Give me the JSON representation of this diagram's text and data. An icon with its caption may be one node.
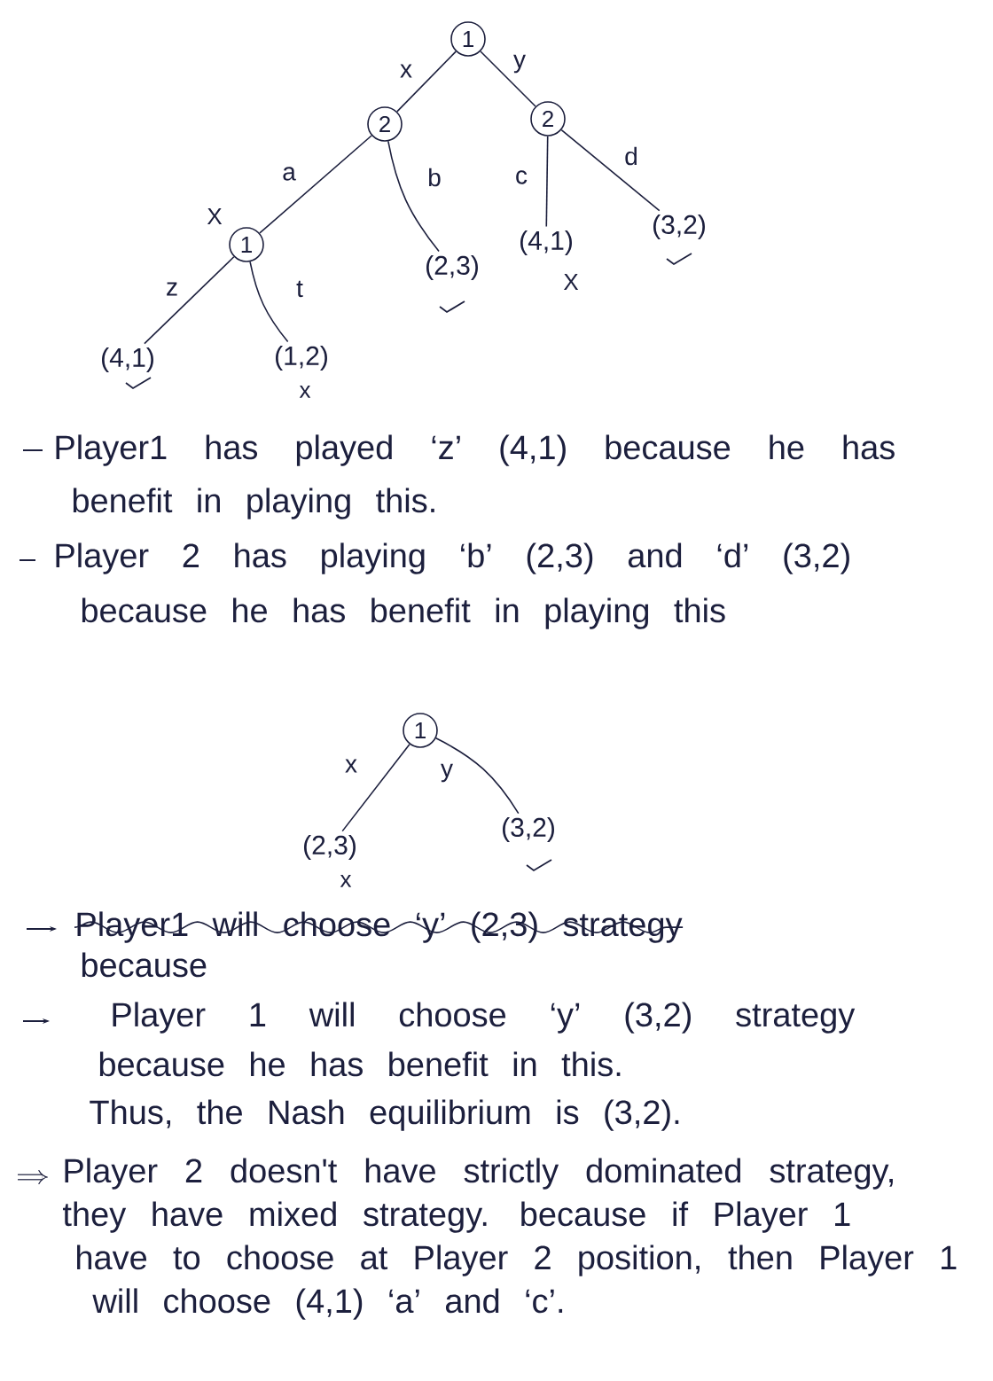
{
  "diagram": {
    "nodes": [
      {
        "text": [
          "1"
        ]
      },
      {
        "text": [
          "2"
        ]
      },
      {
        "text": [
          "2"
        ]
      },
      {
        "text": [
          "1"
        ],
        "beside": [
          "X"
        ]
      },
      {
        "text": [
          "(2,3)"
        ]
      },
      {
        "text": [
          "(4,1)"
        ],
        "beside": [
          "X"
        ]
      },
      {
        "text": [
          "(3,2)"
        ]
      },
      {
        "text": [
          "(4,1)"
        ]
      },
      {
        "text": [
          "(1,2)"
        ],
        "beside": [
          "x"
        ]
      },
      {
        "text": [
          "1"
        ]
      },
      {
        "text": [
          "(2,3)"
        ],
        "beside": [
          "x"
        ]
      },
      {
        "text": [
          "(3,2)"
        ]
      }
    ],
    "edges": [
      {
        "from": 0,
        "to": 1,
        "arrow": "none",
        "label": "x"
      },
      {
        "from": 0,
        "to": 2,
        "arrow": "none",
        "label": "y"
      },
      {
        "from": 1,
        "to": 3,
        "arrow": "none",
        "label": "a"
      },
      {
        "from": 1,
        "to": 4,
        "arrow": "none",
        "label": "b"
      },
      {
        "from": 2,
        "to": 5,
        "arrow": "none",
        "label": "c"
      },
      {
        "from": 2,
        "to": 6,
        "arrow": "none",
        "label": "d"
      },
      {
        "from": 3,
        "to": 7,
        "arrow": "none",
        "label": "z"
      },
      {
        "from": 3,
        "to": 8,
        "arrow": "none",
        "label": "t"
      },
      {
        "from": 9,
        "to": 10,
        "arrow": "none",
        "label": "x"
      },
      {
        "from": 9,
        "to": 11,
        "arrow": "none",
        "label": "y"
      }
    ],
    "labels": [
      "Player1 has played ‘z’ (4,1) because he has benefit in playing this.",
      "Player 2 has playing ‘b’ (2,3) and ‘d’ (3,2) because he has benefit in playing this",
      "Player1 will choose ‘y’ (2,3) strategy",
      "because",
      "Player 1 will choose ‘y’ (3,2) strategy because he has benefit in this.",
      "Thus, the Nash equilibrium is (3,2).",
      "Player 2 doesn't have strictly dominated strategy, they have mixed strategy. because if Player 1 have to choose at Player 2 position, then Player 1 will choose (4,1) ‘a’ and ‘c’."
    ]
  }
}
